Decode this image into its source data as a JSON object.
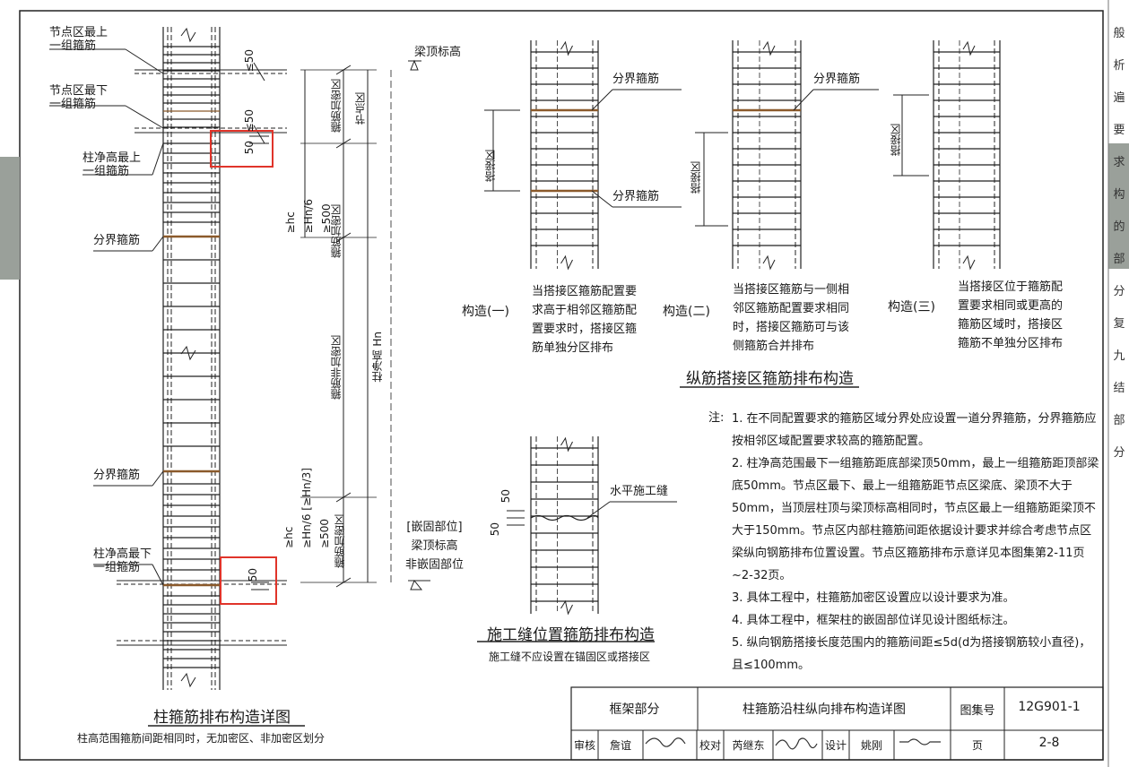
{
  "left_detail": {
    "labels": {
      "joint_top_group": "节点区最上\n一组箍筋",
      "joint_bottom_group": "节点区最下\n一组箍筋",
      "column_top_group": "柱净高最上\n一组箍筋",
      "boundary_top": "分界箍筋",
      "boundary_bottom": "分界箍筋",
      "column_bottom_group": "柱净高最下\n一组箍筋",
      "beam_top_elev": "梁顶标高",
      "embed_note": "[嵌固部位]\n梁顶标高\n非嵌固部位"
    },
    "dims": {
      "le50_a": "≤50",
      "le50_b": "≤50",
      "d50_a": "50",
      "d50_b": "50",
      "cond_top": "≥hc\n≥Hn/6\n≥500",
      "cond_bottom": "≥hc\n≥Hn/6 [≥Hn/3]\n≥500"
    },
    "zones": {
      "joint_dense": "箍筋加密区",
      "joint": "节点区",
      "top_dense": "箍筋加密区",
      "middle": "箍筋非加密区",
      "net_height": "柱净高 Hn",
      "bottom_dense": "箍筋加密区"
    },
    "title": "柱箍筋排布构造详图",
    "subtitle": "柱高范围箍筋间距相同时，无加密区、非加密区划分"
  },
  "splice": {
    "boundary1": "分界箍筋",
    "boundary2": "分界箍筋",
    "boundary3": "分界箍筋",
    "zone1": "搭接区",
    "zone2": "搭接区",
    "zone3": "搭接区",
    "c1_label": "构造(一)",
    "c1_desc": "当搭接区箍筋配置要\n求高于相邻区箍筋配\n置要求时，搭接区箍\n筋单独分区排布",
    "c2_label": "构造(二)",
    "c2_desc": "当搭接区箍筋与一侧相\n邻区箍筋配置要求相同\n时，搭接区箍筋可与该\n侧箍筋合并排布",
    "c3_label": "构造(三)",
    "c3_desc": "当搭接区位于箍筋配\n置要求相同或更高的\n箍筋区域时，搭接区\n箍筋不单独分区排布",
    "title": "纵筋搭接区箍筋排布构造"
  },
  "joint": {
    "label": "水平施工缝",
    "d1": "50",
    "d2": "50",
    "title": "施工缝位置箍筋排布构造",
    "subtitle": "施工缝不应设置在锚固区或搭接区"
  },
  "notes": {
    "prefix": "注:",
    "items": [
      "1. 在不同配置要求的箍筋区域分界处应设置一道分界箍筋，分界箍筋应按相邻区域配置要求较高的箍筋配置。",
      "2. 柱净高范围最下一组箍筋距底部梁顶50mm，最上一组箍筋距顶部梁底50mm。节点区最下、最上一组箍筋距节点区梁底、梁顶不大于50mm，当顶层柱顶与梁顶标高相同时，节点区最上一组箍筋距梁顶不大于150mm。节点区内部柱箍筋间距依据设计要求并综合考虑节点区梁纵向钢筋排布位置设置。节点区箍筋排布示意详见本图集第2-11页~2-32页。",
      "3. 具体工程中，柱箍筋加密区设置应以设计要求为准。",
      "4. 具体工程中，框架柱的嵌固部位详见设计图纸标注。",
      "5. 纵向钢筋搭接长度范围内的箍筋间距≤5d(d为搭接钢筋较小直径)，且≤100mm。"
    ]
  },
  "title_block": {
    "section": "框架部分",
    "drawing_title": "柱箍筋沿柱纵向排布构造详图",
    "atlas_label": "图集号",
    "atlas_no": "12G901-1",
    "review": "审核",
    "reviewer": "詹谊",
    "check": "校对",
    "checker": "芮继东",
    "design": "设计",
    "designer": "姚刚",
    "page_label": "页",
    "page_no": "2-8"
  },
  "edge_chars": "般 析 遍 要 求 构 的 部 分 复 九 结 部 分"
}
